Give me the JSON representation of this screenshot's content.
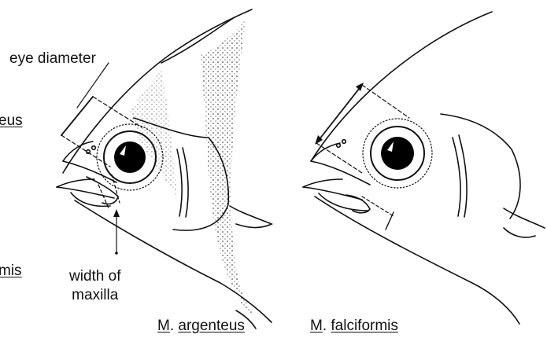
{
  "labels": {
    "eye_diameter": "eye diameter",
    "width_of_maxilla_line1": "width of",
    "width_of_maxilla_line2": "maxilla",
    "cut_top": "eus",
    "cut_bottom": "mis"
  },
  "captions": {
    "left_genus": "M",
    "left_species": "argenteus",
    "right_genus": "M",
    "right_species": "falciformis"
  }
}
